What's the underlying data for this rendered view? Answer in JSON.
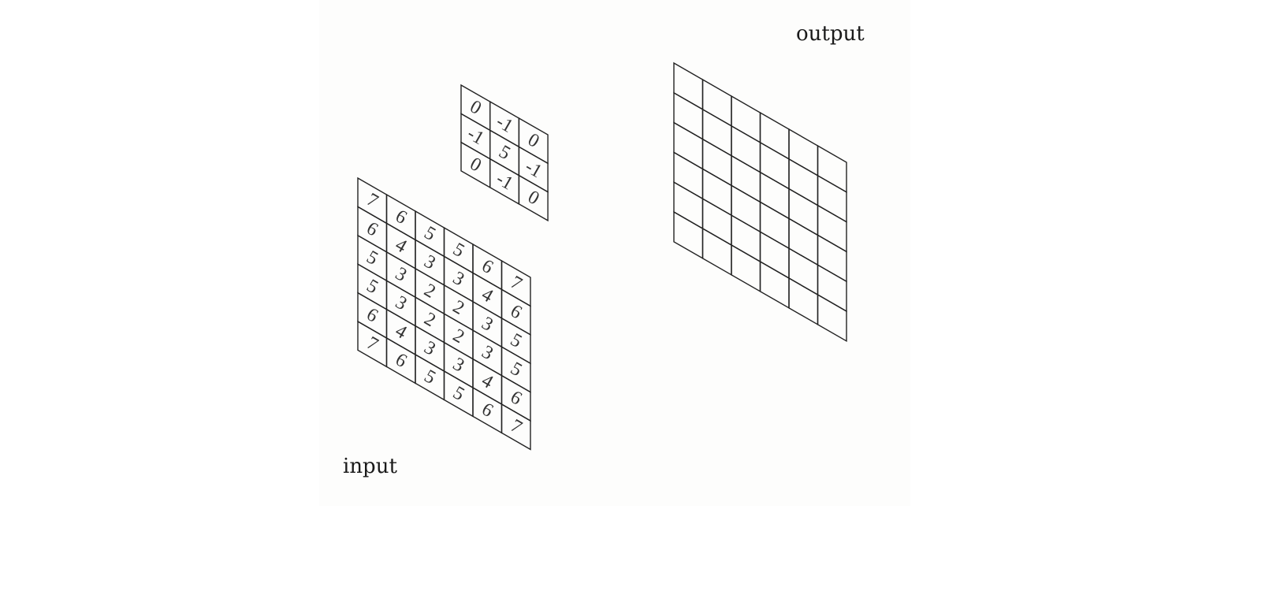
{
  "labels": {
    "input": "input",
    "output": "output"
  },
  "kernel": [
    [
      "0",
      "-1",
      "0"
    ],
    [
      "-1",
      "5",
      "-1"
    ],
    [
      "0",
      "-1",
      "0"
    ]
  ],
  "input": [
    [
      "7",
      "6",
      "5",
      "5",
      "6",
      "7"
    ],
    [
      "6",
      "4",
      "3",
      "3",
      "4",
      "6"
    ],
    [
      "5",
      "3",
      "2",
      "2",
      "3",
      "5"
    ],
    [
      "5",
      "3",
      "2",
      "2",
      "3",
      "5"
    ],
    [
      "6",
      "4",
      "3",
      "3",
      "4",
      "6"
    ],
    [
      "7",
      "6",
      "5",
      "5",
      "6",
      "7"
    ]
  ],
  "output": {
    "rows": 6,
    "cols": 6
  },
  "colors": {
    "line": "#222222",
    "text": "#333333",
    "panel": "#fdfdfc"
  }
}
